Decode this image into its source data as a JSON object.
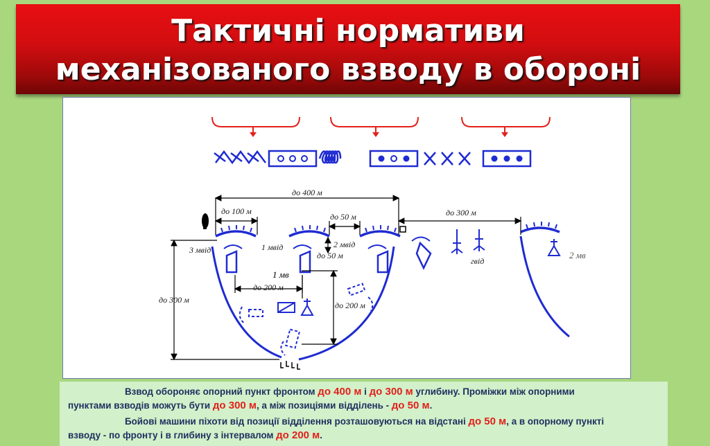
{
  "slide": {
    "title_line1": "Тактичні нормативи",
    "title_line2": "механізованого взводу в обороні",
    "accent_color": "#e80f12",
    "diagram_color": "#1f2bd1",
    "arrow_color": "#e3201b"
  },
  "diagram": {
    "labels": {
      "front_total": "до 400 м",
      "gap_100": "до 100 м",
      "gap_50_top": "до 50 м",
      "gap_300": "до 300 м",
      "squad3": "3 мвід",
      "squad1": "1 мвід",
      "squad2": "2 мвід",
      "gap_50_side": "до 50 м",
      "platoon1": "1 мв",
      "gap_200_h": "до 200 м",
      "gap_200_v": "до 200 м",
      "depth_300": "до 300 м",
      "grenade_squad": "гвід",
      "platoon2": "2 мв"
    }
  },
  "text": {
    "p1_a": "Взвод обороняє опорний пункт  фронтом ",
    "p1_h1": "до 400 м",
    "p1_b": "  і ",
    "p1_h2": "до 300 м",
    "p1_c": " углибину. Проміжки між опорними",
    "p1_d": "пунктами взводів можуть бути ",
    "p1_h3": "до 300 м",
    "p1_e": ", а між позиціями відділень - ",
    "p1_h4": "до 50 м",
    "p1_f": ".",
    "p2_a": "Бойові машини піхоти від позиції відділення розташовуються на відстані ",
    "p2_h1": "до 50 м",
    "p2_b": ", а в опорному пункті",
    "p2_c": "взводу - по фронту і в глибину з інтервалом ",
    "p2_h2": "до 200 м",
    "p2_d": "."
  }
}
